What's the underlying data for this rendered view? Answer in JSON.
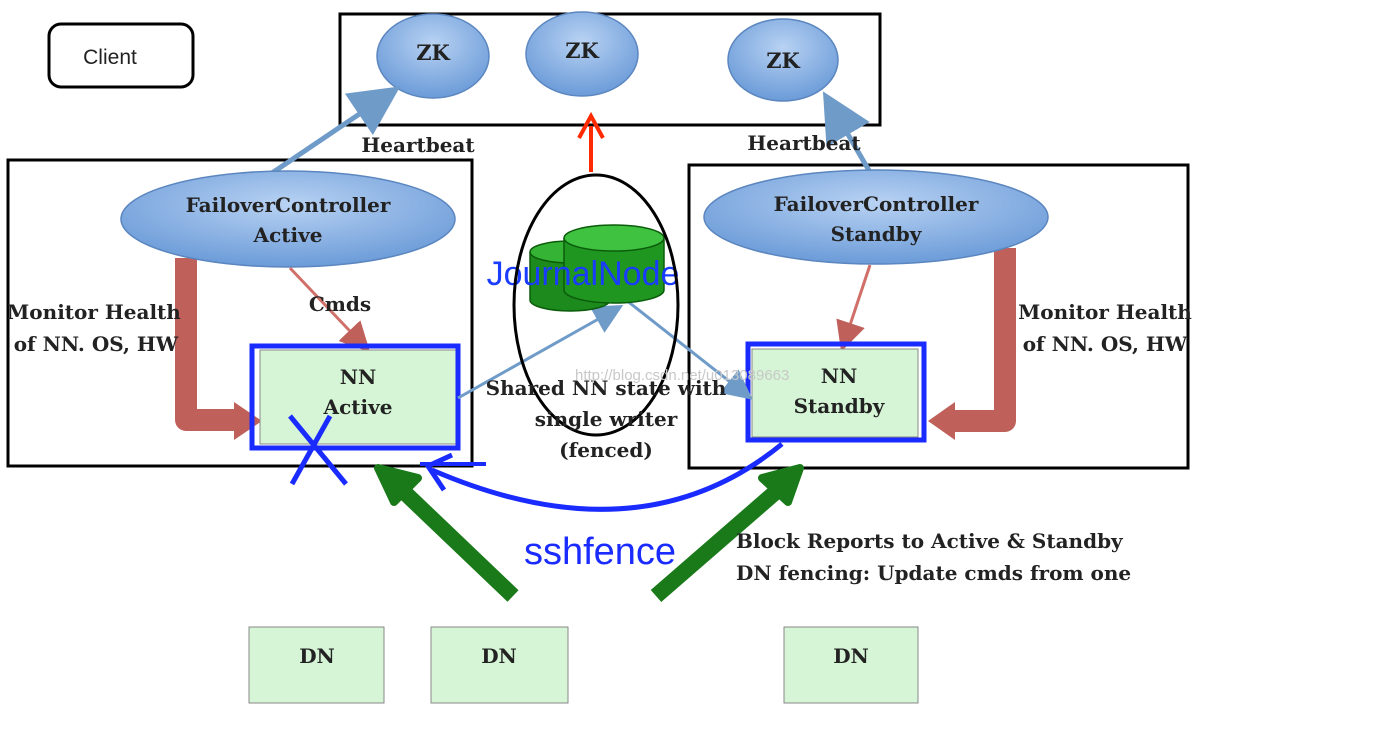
{
  "client": {
    "label": "Client"
  },
  "zookeeper": {
    "nodes": [
      "ZK",
      "ZK",
      "ZK"
    ]
  },
  "heartbeat": {
    "left": "Heartbeat",
    "right": "Heartbeat"
  },
  "active_side": {
    "controller_line1": "FailoverController",
    "controller_line2": "Active",
    "cmds": "Cmds",
    "monitor_line1": "Monitor Health",
    "monitor_line2": "of NN. OS, HW",
    "nn_line1": "NN",
    "nn_line2": "Active"
  },
  "standby_side": {
    "controller_line1": "FailoverController",
    "controller_line2": "Standby",
    "monitor_line1": "Monitor Health",
    "monitor_line2": "of NN. OS, HW",
    "nn_line1": "NN",
    "nn_line2": "Standby"
  },
  "journal": {
    "label": "JournalNode",
    "shared_line1": "Shared NN state with",
    "shared_line2": "single writer",
    "shared_line3": "(fenced)"
  },
  "watermark": "http://blog.csdn.net/u013089663",
  "sshfence": "sshfence",
  "block_reports": {
    "line1": "Block Reports to Active & Standby",
    "line2": "DN fencing: Update cmds from one"
  },
  "datanodes": [
    "DN",
    "DN",
    "DN"
  ],
  "colors": {
    "ellipse_fill": "#7aa7de",
    "nn_fill": "#d6f5d6",
    "blue_highlight": "#1a2bff",
    "health_arrow": "#c0605a",
    "green_arrow": "#1a7a1a",
    "red_arrow": "#ff2a00",
    "heartbeat_arrow": "#6f9bc9"
  }
}
